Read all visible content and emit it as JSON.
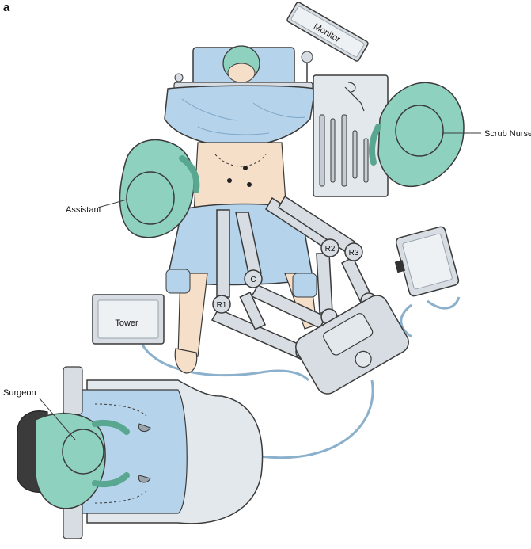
{
  "panel_label": "a",
  "labels": {
    "monitor": "Monitor",
    "scrub_nurse": "Scrub Nurse",
    "assistant": "Assistant",
    "tower": "Tower",
    "surgeon": "Surgeon"
  },
  "arms": {
    "r1": "R1",
    "r2": "R2",
    "r3": "R3",
    "camera": "C"
  },
  "colors": {
    "gown": "#8fd1bf",
    "gown_dark": "#5aa791",
    "drape": "#b5d3ea",
    "drape_dark": "#7fa7c8",
    "skin": "#f6dfc8",
    "metal": "#d7dde2",
    "metal_dark": "#9aa4ad",
    "tray": "#e3e8ec",
    "outline": "#3a3a3a",
    "cable": "#8ab0cc"
  }
}
